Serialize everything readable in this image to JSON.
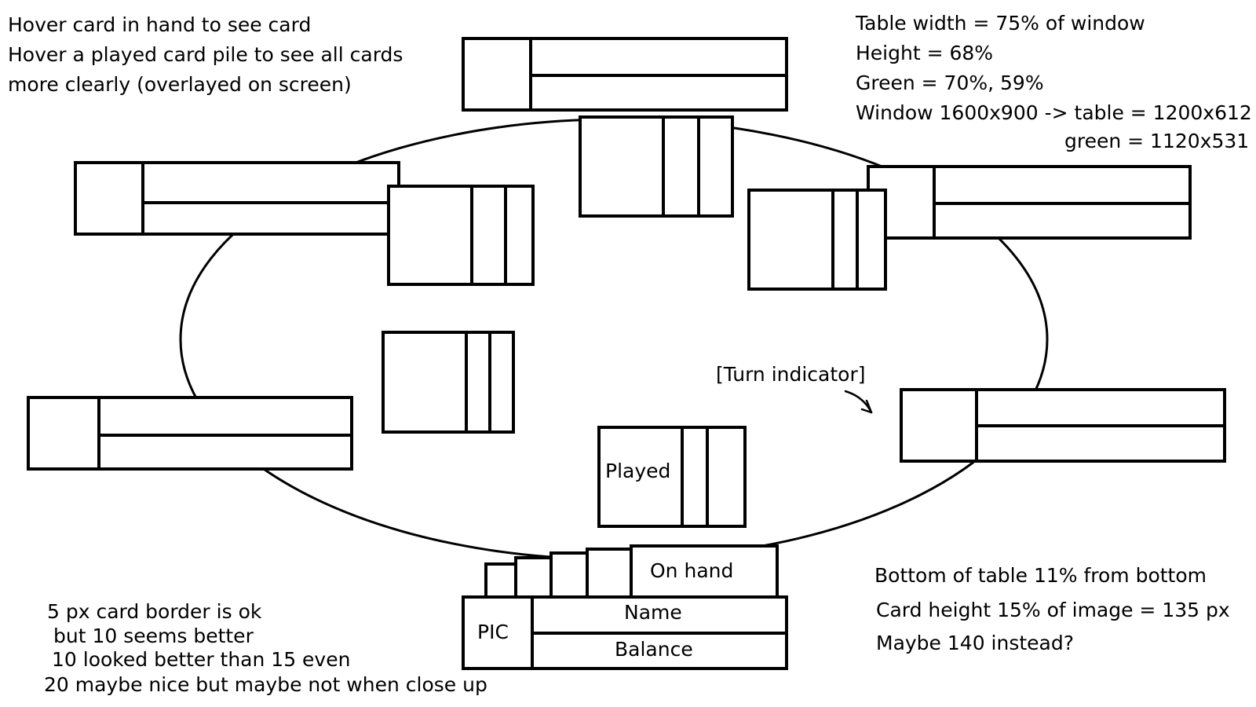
{
  "notes": {
    "hover": [
      "Hover card in hand to see card",
      "Hover a played card pile to see all cards",
      "more clearly (overlayed on screen)"
    ],
    "table_dims": [
      "Table width = 75% of window",
      "Height = 68%",
      "Green = 70%, 59%",
      "Window 1600x900 -> table = 1200x612",
      "green = 1120x531"
    ],
    "border": [
      "5 px card border is ok",
      "but 10 seems better",
      "10 looked better than 15 even",
      "20 maybe nice but maybe not when close up"
    ],
    "bottom": [
      "Bottom of table 11% from bottom",
      "Card height 15% of image = 135 px",
      "Maybe 140 instead?"
    ]
  },
  "labels": {
    "turn_indicator": "[Turn indicator]",
    "played": "Played",
    "on_hand": "On hand",
    "pic": "PIC",
    "name": "Name",
    "balance": "Balance"
  },
  "colors": {
    "ink": "#000000",
    "paper": "#ffffff"
  }
}
